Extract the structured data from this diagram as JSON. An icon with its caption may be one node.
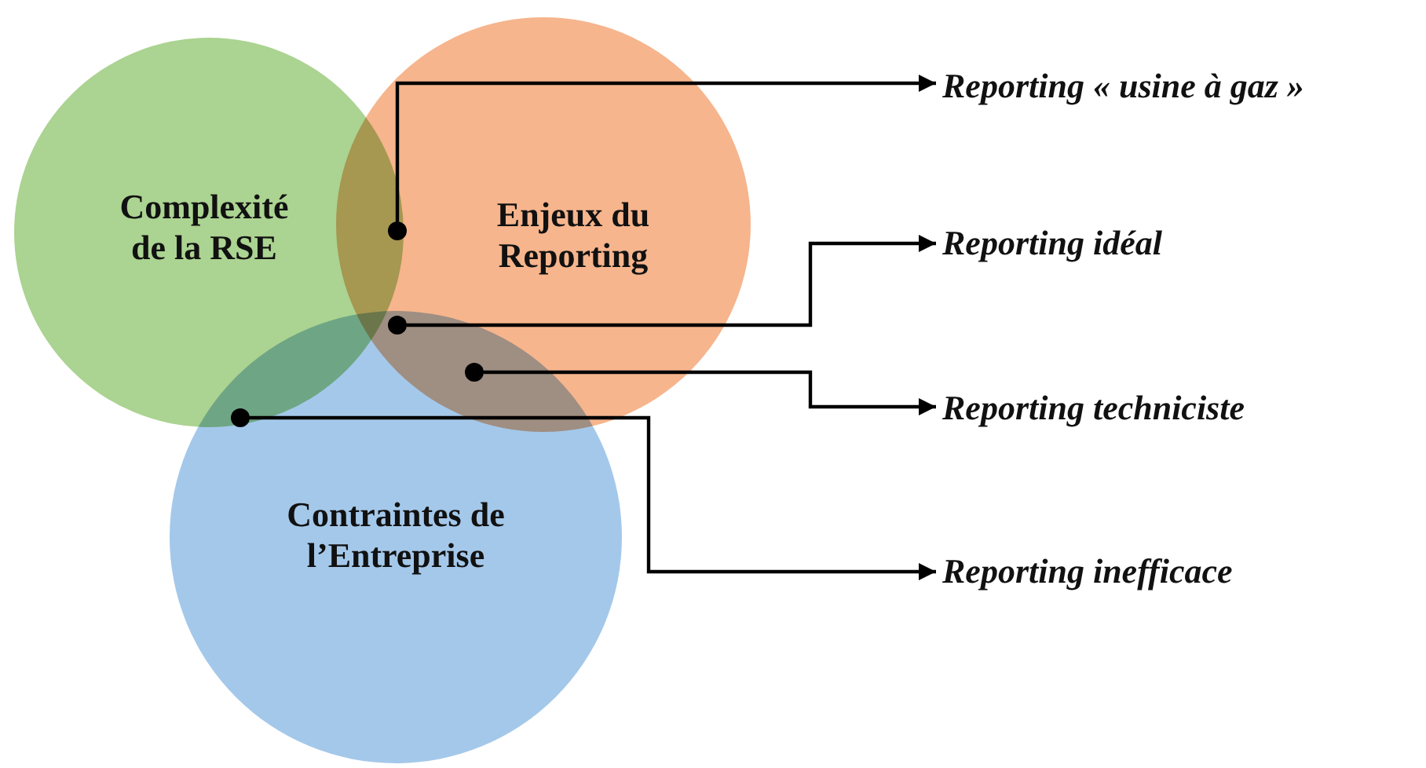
{
  "diagram": {
    "nodes": [
      {
        "text": [
          "Complexité de la RSE"
        ]
      },
      {
        "text": [
          "Enjeux du Reporting"
        ]
      },
      {
        "text": [
          "Contraintes de l’Entreprise"
        ]
      },
      {
        "text": [],
        "shape": "circle"
      },
      {
        "text": [],
        "shape": "circle"
      },
      {
        "text": [],
        "shape": "circle"
      },
      {
        "text": [],
        "shape": "circle"
      },
      {
        "text": [
          "Reporting « usine à gaz »"
        ]
      },
      {
        "text": [
          "Reporting idéal"
        ]
      },
      {
        "text": [
          "Reporting techniciste"
        ]
      },
      {
        "text": [
          "Reporting inefficace"
        ]
      }
    ],
    "edges": [
      {
        "from": 3,
        "to": 7,
        "arrow": "to"
      },
      {
        "from": 4,
        "to": 8,
        "arrow": "to"
      },
      {
        "from": 5,
        "to": 9,
        "arrow": "to"
      },
      {
        "from": 6,
        "to": 10,
        "arrow": "to"
      }
    ]
  }
}
